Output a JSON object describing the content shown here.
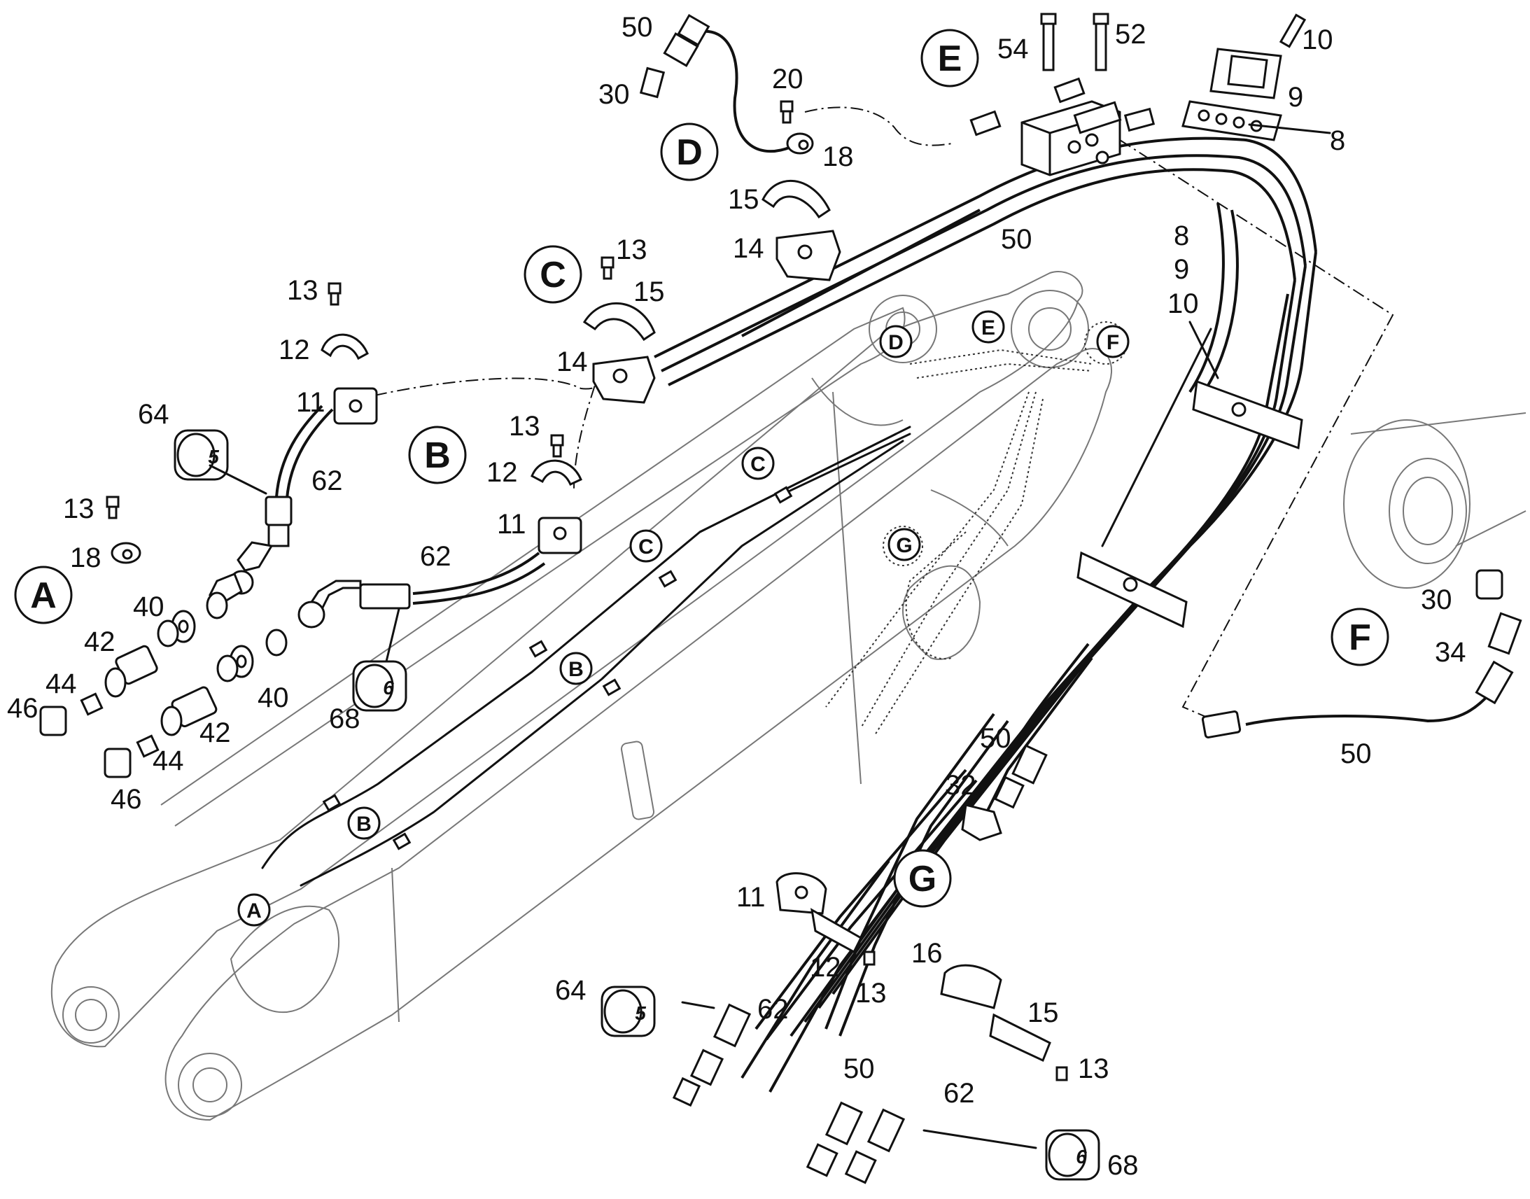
{
  "callouts": {
    "A": "A",
    "B": "B",
    "C": "C",
    "D": "D",
    "E": "E",
    "F": "F",
    "G": "G"
  },
  "sleeve_numbers": {
    "five": "5",
    "six": "6"
  },
  "part_numbers": [
    {
      "id": "p-50-top",
      "text": "50"
    },
    {
      "id": "p-30-top",
      "text": "30"
    },
    {
      "id": "p-20-d",
      "text": "20"
    },
    {
      "id": "p-18-d",
      "text": "18"
    },
    {
      "id": "p-54-e",
      "text": "54"
    },
    {
      "id": "p-52-e",
      "text": "52"
    },
    {
      "id": "p-10-top",
      "text": "10"
    },
    {
      "id": "p-9-top",
      "text": "9"
    },
    {
      "id": "p-8-top",
      "text": "8"
    },
    {
      "id": "p-50-e",
      "text": "50"
    },
    {
      "id": "p-15-d",
      "text": "15"
    },
    {
      "id": "p-14-d",
      "text": "14"
    },
    {
      "id": "p-13-c",
      "text": "13"
    },
    {
      "id": "p-15-c",
      "text": "15"
    },
    {
      "id": "p-14-c",
      "text": "14"
    },
    {
      "id": "p-8-mid",
      "text": "8"
    },
    {
      "id": "p-9-mid",
      "text": "9"
    },
    {
      "id": "p-10-mid",
      "text": "10"
    },
    {
      "id": "p-13-b1",
      "text": "13"
    },
    {
      "id": "p-12-b1",
      "text": "12"
    },
    {
      "id": "p-11-b1",
      "text": "11"
    },
    {
      "id": "p-64-a",
      "text": "64"
    },
    {
      "id": "p-62-a",
      "text": "62"
    },
    {
      "id": "p-13-a",
      "text": "13"
    },
    {
      "id": "p-18-a",
      "text": "18"
    },
    {
      "id": "p-40-a1",
      "text": "40"
    },
    {
      "id": "p-42-a1",
      "text": "42"
    },
    {
      "id": "p-44-a1",
      "text": "44"
    },
    {
      "id": "p-46-a1",
      "text": "46"
    },
    {
      "id": "p-13-b2",
      "text": "13"
    },
    {
      "id": "p-12-b2",
      "text": "12"
    },
    {
      "id": "p-11-b2",
      "text": "11"
    },
    {
      "id": "p-62-b",
      "text": "62"
    },
    {
      "id": "p-40-a2",
      "text": "40"
    },
    {
      "id": "p-42-a2",
      "text": "42"
    },
    {
      "id": "p-44-a2",
      "text": "44"
    },
    {
      "id": "p-46-a2",
      "text": "46"
    },
    {
      "id": "p-68-a",
      "text": "68"
    },
    {
      "id": "p-30-f",
      "text": "30"
    },
    {
      "id": "p-34-f",
      "text": "34"
    },
    {
      "id": "p-50-f",
      "text": "50"
    },
    {
      "id": "p-50-g",
      "text": "50"
    },
    {
      "id": "p-32-g",
      "text": "32"
    },
    {
      "id": "p-11-g",
      "text": "11"
    },
    {
      "id": "p-12-g",
      "text": "12"
    },
    {
      "id": "p-13-g1",
      "text": "13"
    },
    {
      "id": "p-64-g",
      "text": "64"
    },
    {
      "id": "p-62-g1",
      "text": "62"
    },
    {
      "id": "p-16-g",
      "text": "16"
    },
    {
      "id": "p-15-g",
      "text": "15"
    },
    {
      "id": "p-13-g2",
      "text": "13"
    },
    {
      "id": "p-50-g2",
      "text": "50"
    },
    {
      "id": "p-62-g2",
      "text": "62"
    },
    {
      "id": "p-68-g",
      "text": "68"
    }
  ]
}
